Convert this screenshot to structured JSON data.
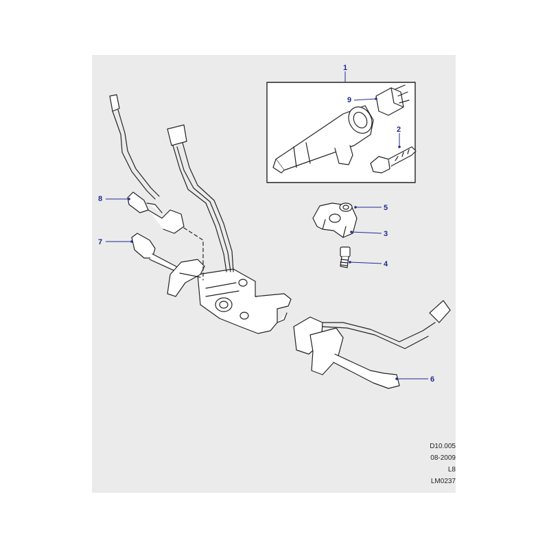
{
  "diagram": {
    "callouts": [
      {
        "id": "1",
        "label": "1"
      },
      {
        "id": "2",
        "label": "2"
      },
      {
        "id": "3",
        "label": "3"
      },
      {
        "id": "4",
        "label": "4"
      },
      {
        "id": "5",
        "label": "5"
      },
      {
        "id": "6",
        "label": "6"
      },
      {
        "id": "7",
        "label": "7"
      },
      {
        "id": "8",
        "label": "8"
      },
      {
        "id": "9",
        "label": "9"
      }
    ],
    "reference": {
      "code": "D10.005",
      "date": "08-2009",
      "variant": "L8",
      "drawing": "LM0237"
    },
    "colors": {
      "background": "#ebebeb",
      "callout": "#1f2a8f",
      "outline": "#222222",
      "part_fill": "#ffffff"
    }
  }
}
